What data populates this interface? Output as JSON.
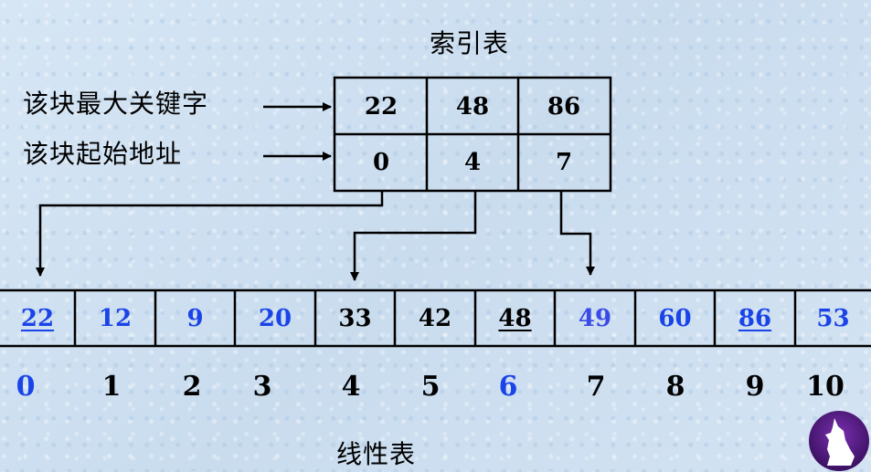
{
  "index_table": {
    "title": "索引表",
    "row_labels": [
      "该块最大关键字",
      "该块起始地址"
    ],
    "max_keys": [
      "22",
      "48",
      "86"
    ],
    "start_addresses": [
      "0",
      "4",
      "7"
    ]
  },
  "linear_table": {
    "title": "线性表",
    "values": [
      "22",
      "12",
      "9",
      "20",
      "33",
      "42",
      "48",
      "49",
      "60",
      "86",
      "53"
    ],
    "indices": [
      "0",
      "1",
      "2",
      "3",
      "4",
      "5",
      "6",
      "7",
      "8",
      "9",
      "10"
    ],
    "value_colors": [
      "#1a44e8",
      "#1a44e8",
      "#1a44e8",
      "#1a44e8",
      "#000000",
      "#000000",
      "#000000",
      "#3a4ae8",
      "#1a44e8",
      "#1a44e8",
      "#1a44e8"
    ],
    "index_colors": [
      "#1a44e8",
      "#000000",
      "#000000",
      "#000000",
      "#000000",
      "#000000",
      "#1a44e8",
      "#000000",
      "#000000",
      "#000000",
      "#000000"
    ],
    "underlined": [
      true,
      false,
      false,
      false,
      false,
      false,
      true,
      false,
      false,
      true,
      false
    ]
  },
  "colors": {
    "background": "#cfe0f1",
    "line": "#000000",
    "highlight_blue": "#1a44e8"
  },
  "logo": {
    "icon": "howling-wolf-logo"
  }
}
